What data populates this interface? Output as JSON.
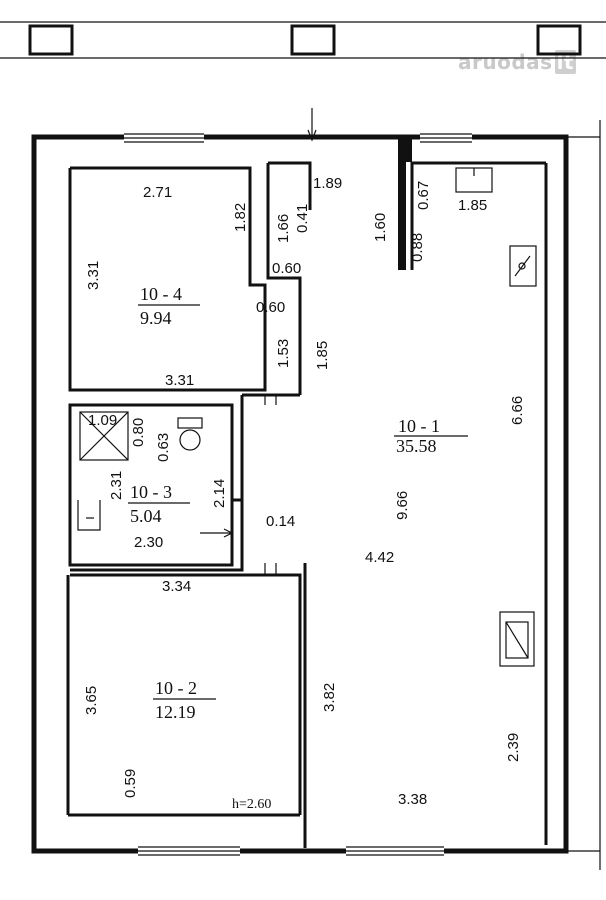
{
  "watermark": {
    "name": "aruodas",
    "tld": "lt"
  },
  "height_note": "h=2.60",
  "rooms": [
    {
      "id": "10 - 4",
      "area": "9.94"
    },
    {
      "id": "10 - 1",
      "area": "35.58"
    },
    {
      "id": "10 - 3",
      "area": "5.04"
    },
    {
      "id": "10 - 2",
      "area": "12.19"
    }
  ],
  "dimensions": {
    "r4_top": "2.71",
    "r4_right": "1.82",
    "r4_left": "3.31",
    "r4_bottom": "3.31",
    "corr_1_66": "1.66",
    "corr_0_41": "0.41",
    "corr_1_89": "1.89",
    "corr_1_60": "1.60",
    "corr_0_67": "0.67",
    "corr_0_88": "0.88",
    "corr_1_85_top": "1.85",
    "corr_0_60_a": "0.60",
    "corr_0_60_b": "0.60",
    "corr_1_53": "1.53",
    "corr_1_85": "1.85",
    "r1_right": "6.66",
    "r1_diag": "9.66",
    "r1_width": "4.42",
    "r1_0_14": "0.14",
    "r3_1_09": "1.09",
    "r3_0_80": "0.80",
    "r3_0_63": "0.63",
    "r3_2_31": "2.31",
    "r3_2_14": "2.14",
    "r3_2_30": "2.30",
    "r2_top": "3.34",
    "r2_left": "3.65",
    "r2_right": "3.82",
    "r2_0_59": "0.59",
    "r1_bottom": "3.38",
    "r1_2_39": "2.39"
  }
}
